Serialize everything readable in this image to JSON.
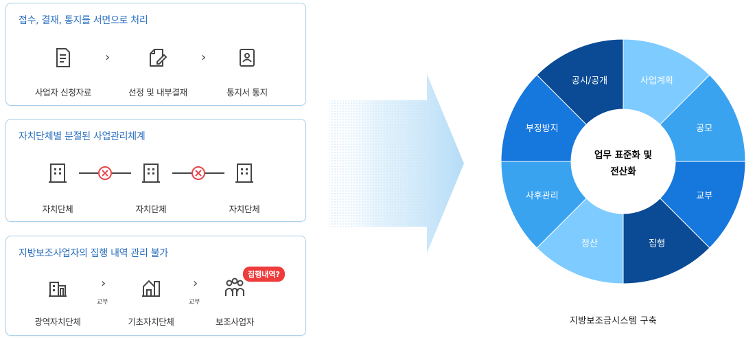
{
  "panels": [
    {
      "title": "접수, 결재, 통지를 서면으로 처리",
      "steps": [
        "사업자 신청자료",
        "선정 및 내부결재",
        "통지서 통지"
      ],
      "icons": [
        "document-icon",
        "edit-document-icon",
        "notice-icon"
      ]
    },
    {
      "title": "자치단체별 분절된 사업관리체계",
      "steps": [
        "자치단체",
        "자치단체",
        "자치단체"
      ],
      "icons": [
        "building-icon",
        "building-icon",
        "building-icon"
      ]
    },
    {
      "title": "지방보조사업자의 집행 내역 관리 불가",
      "steps": [
        "광역자치단체",
        "기초자치단체",
        "보조사업자"
      ],
      "icons": [
        "city-hall-icon",
        "local-office-icon",
        "people-icon"
      ],
      "arrow_labels": [
        "교부",
        "교부"
      ],
      "badge": "집행내역?"
    }
  ],
  "cycle": {
    "center_line1": "업무 표준화 및",
    "center_line2": "전산화",
    "segments": [
      {
        "label": "사업계획",
        "color": "#7ecbff"
      },
      {
        "label": "공모",
        "color": "#3aa3f0"
      },
      {
        "label": "교부",
        "color": "#1677dd"
      },
      {
        "label": "집행",
        "color": "#0b4a94"
      },
      {
        "label": "정산",
        "color": "#7ecbff"
      },
      {
        "label": "사후관리",
        "color": "#3aa3f0"
      },
      {
        "label": "부정방지",
        "color": "#1677dd"
      },
      {
        "label": "공시/공개",
        "color": "#0b4a94"
      }
    ]
  },
  "caption": "지방보조금시스템 구축"
}
